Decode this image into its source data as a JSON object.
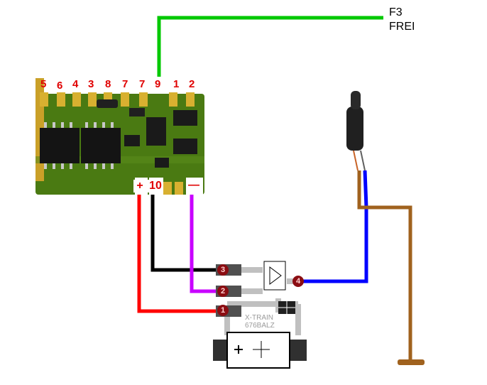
{
  "decoder": {
    "top_pins": [
      "5",
      "6",
      "4",
      "3",
      "8",
      "7",
      "9",
      "1",
      "2"
    ],
    "bottom_pins": [
      "+",
      "10",
      "—"
    ]
  },
  "function_output": {
    "name": "F3",
    "state": "FREI"
  },
  "board": {
    "text_line1": "X-TRAIN",
    "text_line2": "676BALZ"
  },
  "connection_markers": [
    "1",
    "2",
    "3",
    "4"
  ],
  "wire_colors": {
    "green": "#00c800",
    "red": "#ff0000",
    "black": "#000000",
    "purple": "#c800ff",
    "blue": "#0000ff",
    "brown": "#a0621e"
  }
}
